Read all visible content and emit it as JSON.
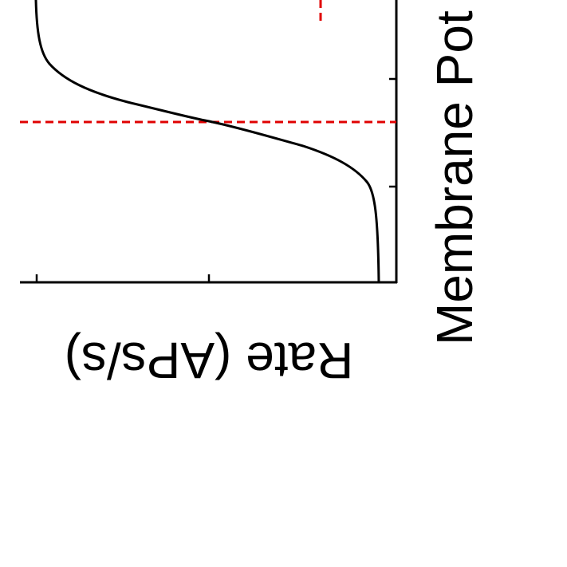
{
  "chart_data": {
    "type": "line",
    "rotated": "180deg (figure shown upside-down, cropped)",
    "xlabel": "Rate (APs/s)",
    "ylabel": "Membrane Pot",
    "series": [
      {
        "style": "solid",
        "color": "#000000",
        "shape": "sigmoid"
      }
    ],
    "reference_lines": [
      {
        "style": "dashed",
        "color": "#e00000",
        "orientation": "horizontal"
      },
      {
        "style": "dashed",
        "color": "#e00000",
        "orientation": "vertical"
      }
    ]
  },
  "colors": {
    "curve": "#000000",
    "reference": "#e00000",
    "axes": "#000000",
    "background": "#ffffff"
  }
}
